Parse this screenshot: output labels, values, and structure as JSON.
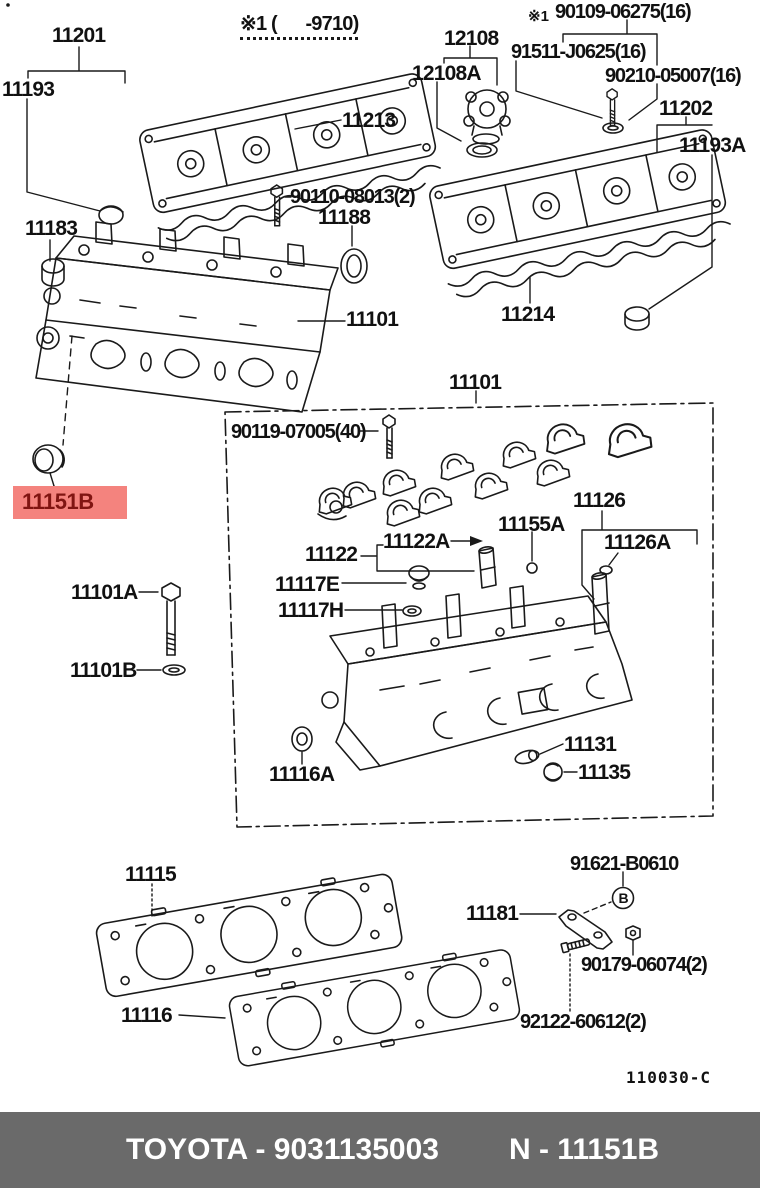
{
  "page": {
    "note_header": "※1 (      -9710)",
    "diagram_code": "110030-C"
  },
  "colors": {
    "line": "#1a1a1a",
    "highlight_bg": "#f4837e",
    "highlight_text": "#801512",
    "footer_bg": "#6a6a6a",
    "footer_text": "#ffffff"
  },
  "labels": {
    "n11201": "11201",
    "n11193": "11193",
    "n11213": "11213",
    "n12108": "12108",
    "n12108a": "12108A",
    "note_mark": "※1",
    "n90109": "90109-06275(16)",
    "n91511": "91511-J0625(16)",
    "n90210": "90210-05007(16)",
    "n11202": "11202",
    "n11193a": "11193A",
    "n90110": "90110-08013(2)",
    "n11188": "11188",
    "n11183": "11183",
    "n11101": "11101",
    "n11214": "11214",
    "n90119": "90119-07005(40)",
    "n11126": "11126",
    "n11155a": "11155A",
    "n11122a": "11122A",
    "n11122": "11122",
    "n11126a": "11126A",
    "n11117e": "11117E",
    "n11117h": "11117H",
    "n11101a": "11101A",
    "n11101b": "11101B",
    "n11131": "11131",
    "n11135": "11135",
    "n11116a": "11116A",
    "n11115": "11115",
    "n11116": "11116",
    "n91621": "91621-B0610",
    "n11181": "11181",
    "n90179": "90179-06074(2)",
    "n92122": "92122-60612(2)",
    "connector_b": "B",
    "highlight": "11151B"
  },
  "footer": {
    "left": "TOYOTA - 9031135003",
    "right": "N - 11151B"
  }
}
